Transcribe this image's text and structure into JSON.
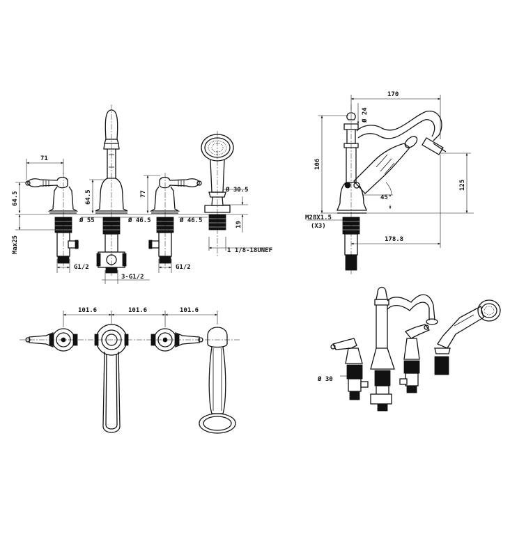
{
  "front_view": {
    "dims": {
      "d71": "71",
      "d64_5_left": "64.5",
      "max25": "Max25",
      "d64_5_spout": "64.5",
      "d77": "77",
      "dia55": "Ø 55",
      "dia46_5_a": "Ø 46.5",
      "dia46_5_b": "Ø 46.5",
      "dia30_5": "Ø 30.5",
      "d19": "19",
      "unef": "1 1/8-18UNEF",
      "g12_a": "G1/2",
      "g12_b": "G1/2",
      "g12_3": "3-G1/2"
    }
  },
  "side_view": {
    "dims": {
      "d170": "170",
      "dia24": "Ø 24",
      "d106": "106",
      "d125": "125",
      "angle": "45°",
      "m28": "M28X1.5",
      "x3": "(X3)",
      "d178_8": "178.8"
    }
  },
  "top_view": {
    "dims": {
      "s1": "101.6",
      "s2": "101.6",
      "s3": "101.6"
    }
  },
  "iso_view": {
    "dims": {
      "dia30": "Ø 30"
    }
  }
}
